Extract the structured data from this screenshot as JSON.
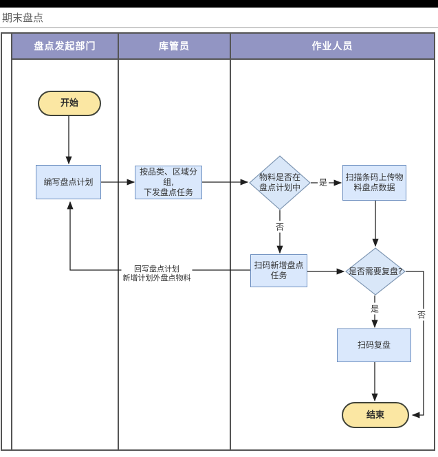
{
  "page": {
    "title": "期末盘点"
  },
  "lanes": [
    {
      "title": "盘点发起部门"
    },
    {
      "title": "库管员"
    },
    {
      "title": "作业人员"
    }
  ],
  "nodes": {
    "start": {
      "label": "开始"
    },
    "write_plan": {
      "label": "编写盘点计划"
    },
    "dispatch_tasks": {
      "label": "按品类、区域分组,\n下发盘点任务"
    },
    "material_in_plan": {
      "label": "物料是否在\n盘点计划中"
    },
    "scan_upload": {
      "label": "扫描条码上传物\n料盘点数据"
    },
    "scan_add_task": {
      "label": "扫码新增盘点\n任务"
    },
    "need_recheck": {
      "label": "是否需要复盘?"
    },
    "scan_recheck": {
      "label": "扫码复盘"
    },
    "end": {
      "label": "结束"
    }
  },
  "edge_labels": {
    "in_plan_yes": "是",
    "in_plan_no": "否",
    "recheck_yes": "是",
    "recheck_no": "否",
    "writeback": "回写盘点计划\n新增计划外盘点物料"
  },
  "colors": {
    "lane_header": "#9295c3",
    "process_fill": "#dae8fc",
    "process_border": "#6c8ebf",
    "diamond_fill": "#d9e7f8",
    "diamond_border": "#7f97b3",
    "terminator_fill": "#fbe7a3",
    "terminator_border": "#3f4238",
    "lane_border": "#545454",
    "connector": "#1f1f1f"
  }
}
